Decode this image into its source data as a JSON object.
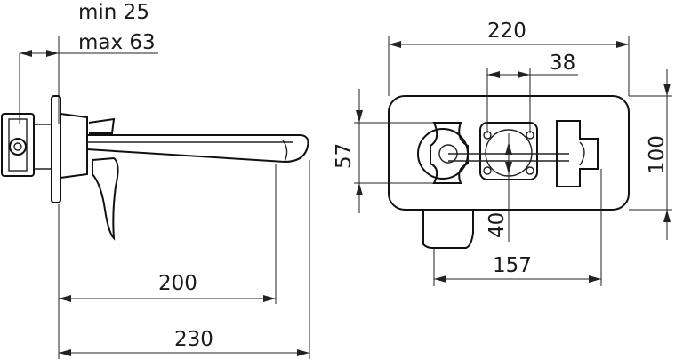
{
  "side_view": {
    "labels": {
      "min_depth": "min 25",
      "max_depth": "max 63",
      "spout_length": "200",
      "total_length": "230"
    }
  },
  "front_view": {
    "labels": {
      "plate_width": "220",
      "handle_spacing": "38",
      "plate_height": "100",
      "handle_height": "57",
      "center_offset": "40",
      "lower_width": "157"
    }
  }
}
